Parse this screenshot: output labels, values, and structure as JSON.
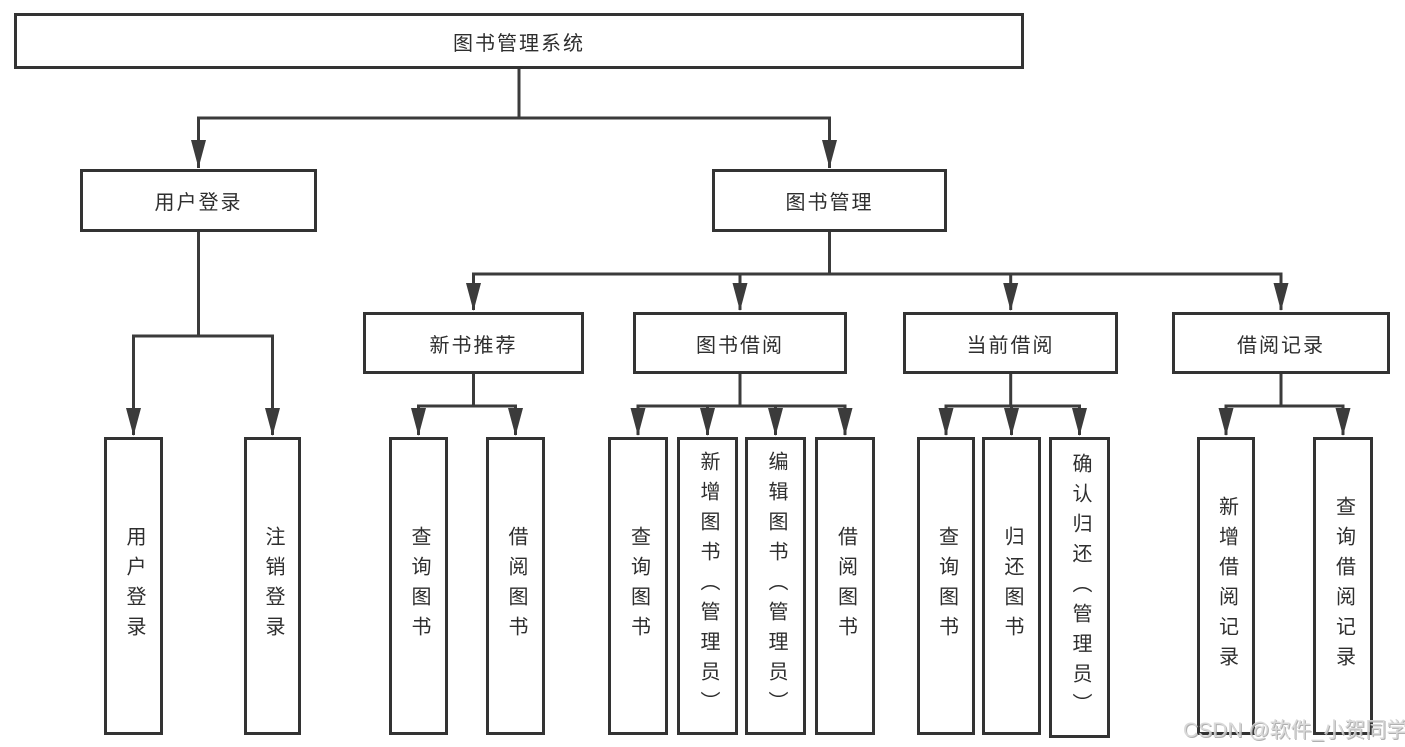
{
  "diagram_title": "图书管理系统",
  "tree": {
    "root": {
      "label": "图书管理系统",
      "children": [
        {
          "label": "用户登录",
          "children": [
            {
              "label": "用户登录"
            },
            {
              "label": "注销登录"
            }
          ]
        },
        {
          "label": "图书管理",
          "children": [
            {
              "label": "新书推荐",
              "children": [
                {
                  "label": "查询图书"
                },
                {
                  "label": "借阅图书"
                }
              ]
            },
            {
              "label": "图书借阅",
              "children": [
                {
                  "label": "查询图书"
                },
                {
                  "label": "新增图书（管理员）"
                },
                {
                  "label": "编辑图书（管理员）"
                },
                {
                  "label": "借阅图书"
                }
              ]
            },
            {
              "label": "当前借阅",
              "children": [
                {
                  "label": "查询图书"
                },
                {
                  "label": "归还图书"
                },
                {
                  "label": "确认归还（管理员）"
                }
              ]
            },
            {
              "label": "借阅记录",
              "children": [
                {
                  "label": "新增借阅记录"
                },
                {
                  "label": "查询借阅记录"
                }
              ]
            }
          ]
        }
      ]
    }
  },
  "watermark": {
    "text": "CSDN @软件_小贺同学"
  },
  "colors": {
    "line": "#3b3b3b",
    "box_border": "#333333",
    "text": "#2e2e2e",
    "background": "#ffffff",
    "watermark": "#d6d6d6"
  }
}
